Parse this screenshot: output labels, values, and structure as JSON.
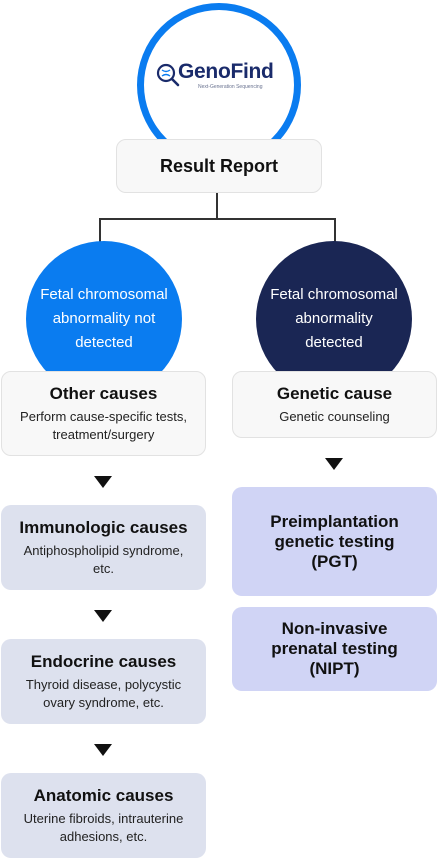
{
  "logo": {
    "name": "GenoFind",
    "tagline": "Next-Generation Sequencing",
    "brand_color": "#0a7cf0",
    "text_color": "#1a2b6b"
  },
  "report": {
    "label": "Result Report"
  },
  "branches": {
    "left": {
      "circle_label": "Fetal chromosomal abnormality not detected",
      "circle_color": "#0a7cf0",
      "box": {
        "title": "Other causes",
        "subtitle": "Perform cause-specific tests, treatment/surgery"
      },
      "steps": [
        {
          "title": "Immunologic causes",
          "subtitle": "Antiphospholipid syndrome, etc."
        },
        {
          "title": "Endocrine causes",
          "subtitle": "Thyroid disease, polycystic ovary syndrome, etc."
        },
        {
          "title": "Anatomic causes",
          "subtitle": "Uterine fibroids, intrauterine adhesions, etc."
        }
      ]
    },
    "right": {
      "circle_label": "Fetal chromosomal abnormality detected",
      "circle_color": "#1a2654",
      "box": {
        "title": "Genetic cause",
        "subtitle": "Genetic counseling"
      },
      "options": [
        {
          "title": "Preimplantation genetic testing (PGT)"
        },
        {
          "title": "Non-invasive prenatal testing (NIPT)"
        }
      ]
    }
  }
}
